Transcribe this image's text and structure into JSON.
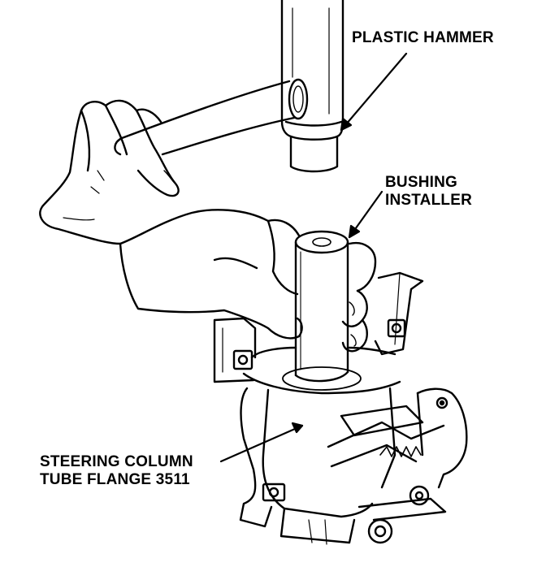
{
  "labels": {
    "plastic_hammer": "PLASTIC HAMMER",
    "bushing_installer_line1": "BUSHING",
    "bushing_installer_line2": "INSTALLER",
    "flange_line1": "STEERING COLUMN",
    "flange_line2": "TUBE FLANGE 3511"
  }
}
